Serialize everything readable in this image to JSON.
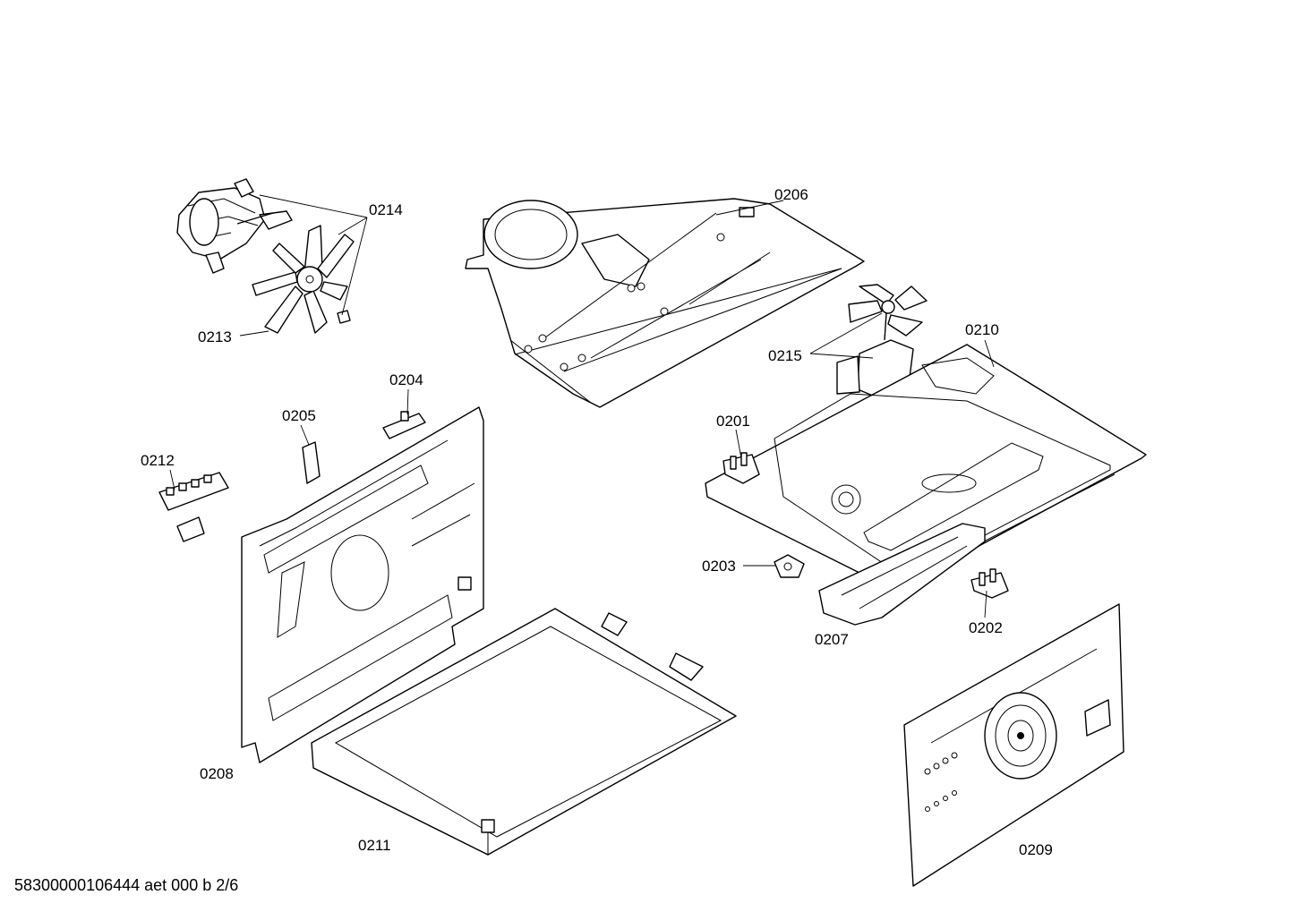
{
  "callouts": {
    "p0201": "0201",
    "p0202": "0202",
    "p0203": "0203",
    "p0204": "0204",
    "p0205": "0205",
    "p0206": "0206",
    "p0207": "0207",
    "p0208": "0208",
    "p0209": "0209",
    "p0210": "0210",
    "p0211": "0211",
    "p0212": "0212",
    "p0213": "0213",
    "p0214": "0214",
    "p0215": "0215"
  },
  "footer": {
    "document_ref": "58300000106444 aet 000 b 2/6"
  }
}
